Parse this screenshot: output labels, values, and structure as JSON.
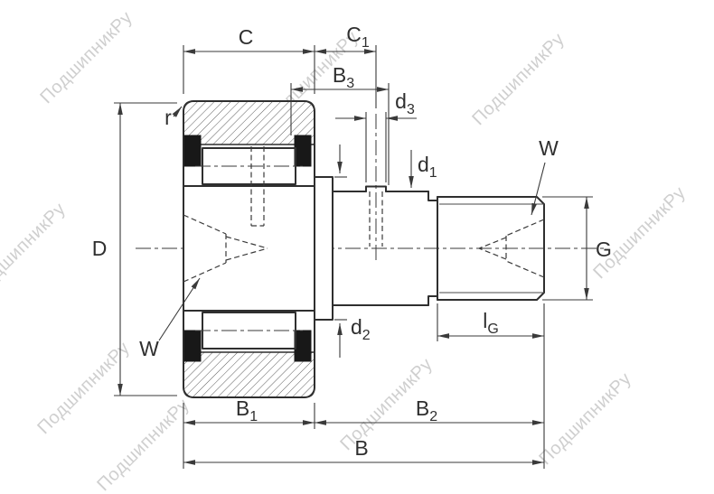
{
  "watermark": {
    "text": "ПодшипникРу",
    "color": "#c4c4c4"
  },
  "colors": {
    "line": "#2f2f2f",
    "dimension": "#3a3a3a",
    "background": "#ffffff",
    "seal": "#181818"
  },
  "labels": {
    "C": {
      "main": "C",
      "sub": ""
    },
    "C1": {
      "main": "C",
      "sub": "1"
    },
    "B3": {
      "main": "B",
      "sub": "3"
    },
    "d3": {
      "main": "d",
      "sub": "3"
    },
    "d1": {
      "main": "d",
      "sub": "1"
    },
    "W_top": {
      "main": "W",
      "sub": ""
    },
    "D": {
      "main": "D",
      "sub": ""
    },
    "r": {
      "main": "r",
      "sub": ""
    },
    "G": {
      "main": "G",
      "sub": ""
    },
    "W_left": {
      "main": "W",
      "sub": ""
    },
    "d2": {
      "main": "d",
      "sub": "2"
    },
    "lG": {
      "main": "l",
      "sub": "G"
    },
    "B1": {
      "main": "B",
      "sub": "1"
    },
    "B2": {
      "main": "B",
      "sub": "2"
    },
    "B": {
      "main": "B",
      "sub": ""
    }
  }
}
